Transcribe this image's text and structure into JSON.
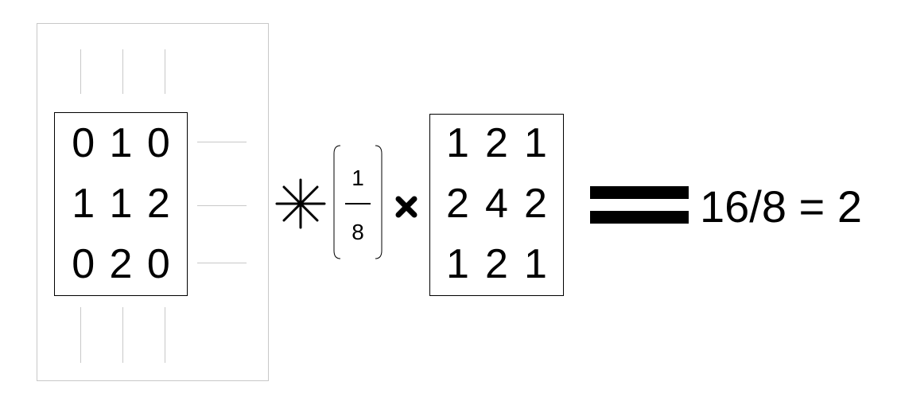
{
  "input_matrix": [
    [
      "0",
      "1",
      "0"
    ],
    [
      "1",
      "1",
      "2"
    ],
    [
      "0",
      "2",
      "0"
    ]
  ],
  "operator_convolution": "convolution-asterisk-icon",
  "normalization": {
    "numerator": "1",
    "denominator": "8"
  },
  "operator_multiply": "multiply-x-icon",
  "kernel_matrix": [
    [
      "1",
      "2",
      "1"
    ],
    [
      "2",
      "4",
      "2"
    ],
    [
      "1",
      "2",
      "1"
    ]
  ],
  "operator_equals": "equals-bars-icon",
  "result": "16/8 = 2"
}
